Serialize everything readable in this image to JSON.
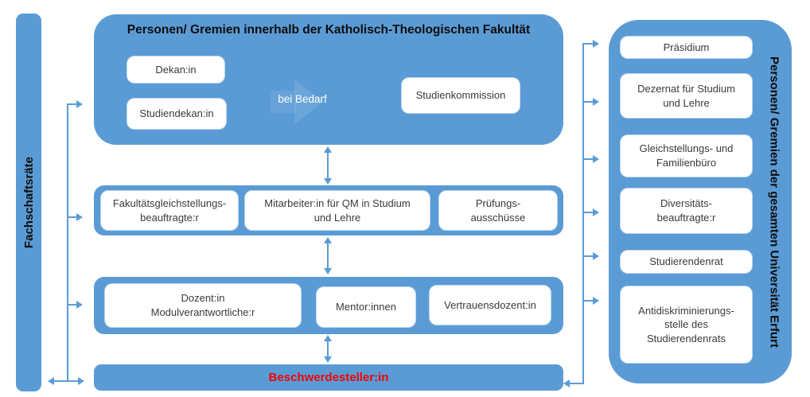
{
  "colors": {
    "accent_blue": "#5b9bd5",
    "alert_red": "#f00505",
    "text_dark": "#3a3a3a"
  },
  "left_bar": {
    "label": "Fachschaftsräte"
  },
  "faculty_panel": {
    "title": "Personen/ Gremien innerhalb der Katholisch-Theologischen Fakultät",
    "bei_bedarf_label": "bei Bedarf",
    "boxes": {
      "dekan": "Dekan:in",
      "studiendekan": "Studiendekan:in",
      "studienkommission": "Studienkommission"
    }
  },
  "row2": {
    "boxes": [
      "Fakultätsgleichstellungs-\nbeauftragte:r",
      "Mitarbeiter:in für QM in Studium\nund Lehre",
      "Prüfungs-\nausschüsse"
    ]
  },
  "row3": {
    "boxes": [
      "Dozent:in\nModulverantwortliche:r",
      "Mentor:innen",
      "Vertrauensdozent:in"
    ]
  },
  "bottom_bar": {
    "label": "Beschwerdesteller:in"
  },
  "university_panel": {
    "side_label": "Personen/ Gremien der gesamten Universität Erfurt",
    "boxes": [
      "Präsidium",
      "Dezernat für Studium\nund Lehre",
      "Gleichstellungs- und\nFamilienbüro",
      "Diversitäts-\nbeauftragte:r",
      "Studierendenrat",
      "Antidiskriminierungs-\nstelle des\nStudierendenrats"
    ]
  }
}
